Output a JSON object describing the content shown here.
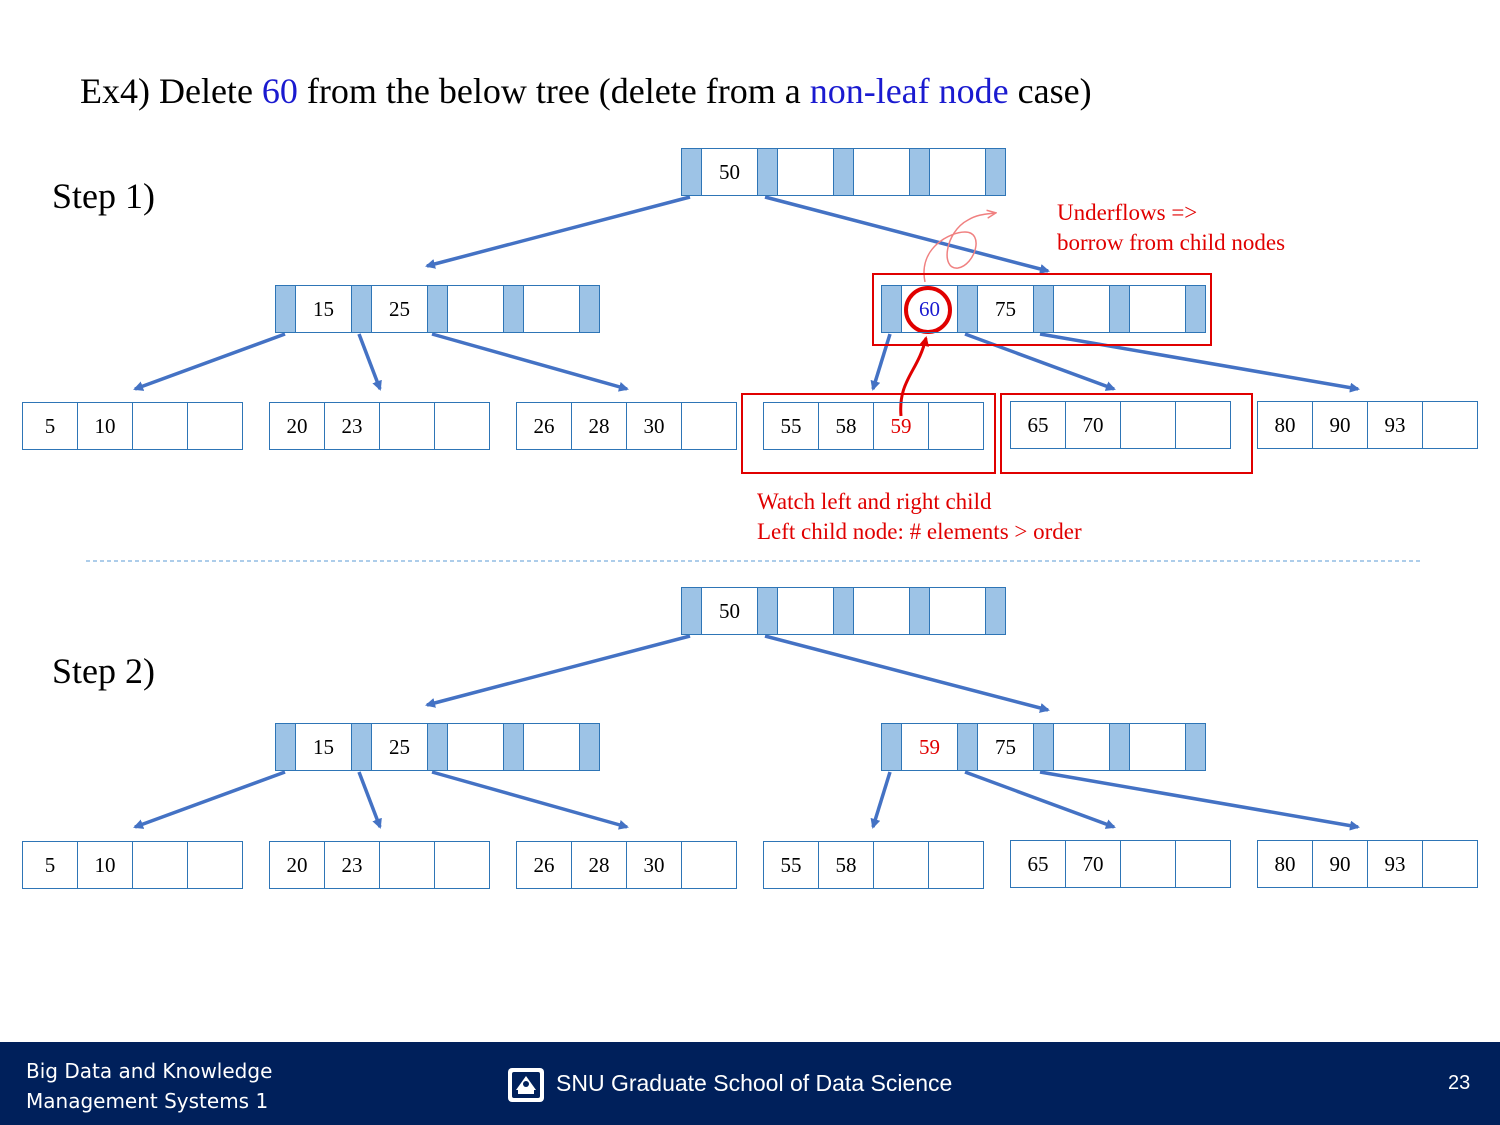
{
  "title": {
    "prefix": "Ex4) Delete ",
    "highlight_key": "60",
    "middle": " from the below tree (delete from a ",
    "highlight_case": "non-leaf node",
    "suffix": " case)"
  },
  "step1": {
    "label": "Step 1)",
    "root": [
      "50",
      "",
      "",
      ""
    ],
    "left_internal": [
      "15",
      "25",
      "",
      ""
    ],
    "right_internal": [
      "60",
      "75",
      "",
      ""
    ],
    "leaves": [
      [
        "5",
        "10",
        "",
        ""
      ],
      [
        "20",
        "23",
        "",
        ""
      ],
      [
        "26",
        "28",
        "30",
        ""
      ],
      [
        "55",
        "58",
        "59",
        ""
      ],
      [
        "65",
        "70",
        "",
        ""
      ],
      [
        "80",
        "90",
        "93",
        ""
      ]
    ],
    "note_underflow": [
      "Underflows =>",
      "borrow from child nodes"
    ],
    "note_watch": [
      "Watch left and right child",
      "Left child node: # elements > order"
    ]
  },
  "step2": {
    "label": "Step 2)",
    "root": [
      "50",
      "",
      "",
      ""
    ],
    "left_internal": [
      "15",
      "25",
      "",
      ""
    ],
    "right_internal": [
      "59",
      "75",
      "",
      ""
    ],
    "leaves": [
      [
        "5",
        "10",
        "",
        ""
      ],
      [
        "20",
        "23",
        "",
        ""
      ],
      [
        "26",
        "28",
        "30",
        ""
      ],
      [
        "55",
        "58",
        "",
        ""
      ],
      [
        "65",
        "70",
        "",
        ""
      ],
      [
        "80",
        "90",
        "93",
        ""
      ]
    ]
  },
  "footer": {
    "course_line1": "Big Data and Knowledge",
    "course_line2": "Management Systems 1",
    "school": "SNU Graduate School of Data Science",
    "page": "23"
  },
  "colors": {
    "highlight_blue": "#1a1ad0",
    "annotation_red": "#e00000",
    "arrow_blue": "#4472c4",
    "pointer_fill": "#9dc3e6",
    "footer_bg": "#00205b"
  }
}
